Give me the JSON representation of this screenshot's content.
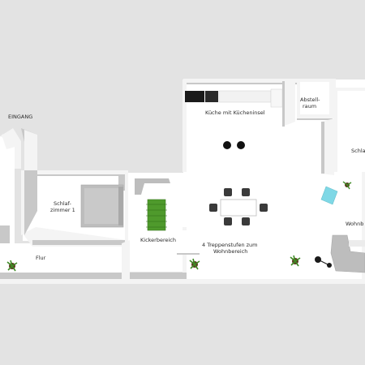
{
  "labels": {
    "entrance": "EINGANG",
    "kitchen": "Küche mit Kücheninsel",
    "storage_line1": "Abstell-",
    "storage_line2": "raum",
    "bedroom2_partial": "Schla",
    "bedroom1_line1": "Schlaf-",
    "bedroom1_line2": "zimmer 1",
    "kicker": "Kickerbereich",
    "stairs_line1": "4 Treppenstufen zum",
    "stairs_line2": "Wohnbereich",
    "living_partial": "Wohnb",
    "hallway": "Flur"
  },
  "icons": {
    "plant": "potted-plant-icon",
    "chair": "chair-icon",
    "table": "table-icon",
    "sofa": "sofa-icon",
    "bed": "bed-icon",
    "kicker_table": "foosball-table-icon",
    "stool": "bar-stool-icon",
    "floor_lamp": "floor-lamp-icon",
    "coffee_table": "coffee-table-icon"
  },
  "colors": {
    "background": "#e3e3e3",
    "floor": "#ffffff",
    "wall": "#f4f4f4",
    "wall_shadow": "#c8c8c8",
    "furniture": "#bdbdbd",
    "kicker_green": "#4f9a2c",
    "coffee_table": "#7fd8e6",
    "counter_dark": "#1a1a1a"
  }
}
